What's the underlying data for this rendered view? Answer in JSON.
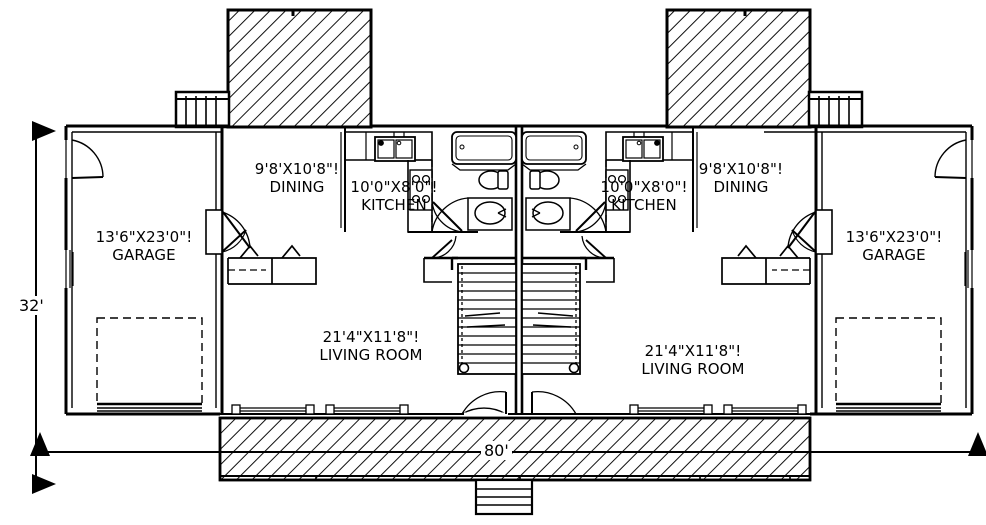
{
  "plan": {
    "title": "Duplex First Floor Plan",
    "overall_dimensions": {
      "width_label": "80'",
      "height_label": "32'"
    },
    "units": {
      "left": {
        "rooms": [
          {
            "name": "garage",
            "size": "13'6\"X23'0\"!",
            "label": "GARAGE"
          },
          {
            "name": "dining",
            "size": "9'8'X10'8\"!",
            "label": "DINING"
          },
          {
            "name": "kitchen",
            "size": "10'0\"X8'0\"!",
            "label": "KITCHEN"
          },
          {
            "name": "living-room",
            "size": "21'4\"X11'8\"!",
            "label": "LIVING ROOM"
          }
        ]
      },
      "right": {
        "rooms": [
          {
            "name": "garage",
            "size": "13'6\"X23'0\"!",
            "label": "GARAGE"
          },
          {
            "name": "dining",
            "size": "9'8'X10'8\"!",
            "label": "DINING"
          },
          {
            "name": "kitchen",
            "size": "10'0\"X8'0\"!",
            "label": "KITCHEN"
          },
          {
            "name": "living-room",
            "size": "21'4\"X11'8\"!",
            "label": "LIVING ROOM"
          }
        ]
      }
    },
    "features": [
      "rear-deck-left",
      "rear-deck-right",
      "deck-steps-left",
      "deck-steps-right",
      "front-porch",
      "front-porch-steps",
      "stair-left",
      "stair-right",
      "bathroom-left",
      "bathroom-right",
      "closets",
      "garage-overhead-door"
    ],
    "colors": {
      "line": "#000000",
      "hatch": "#1a1a1a",
      "background": "#ffffff"
    }
  }
}
